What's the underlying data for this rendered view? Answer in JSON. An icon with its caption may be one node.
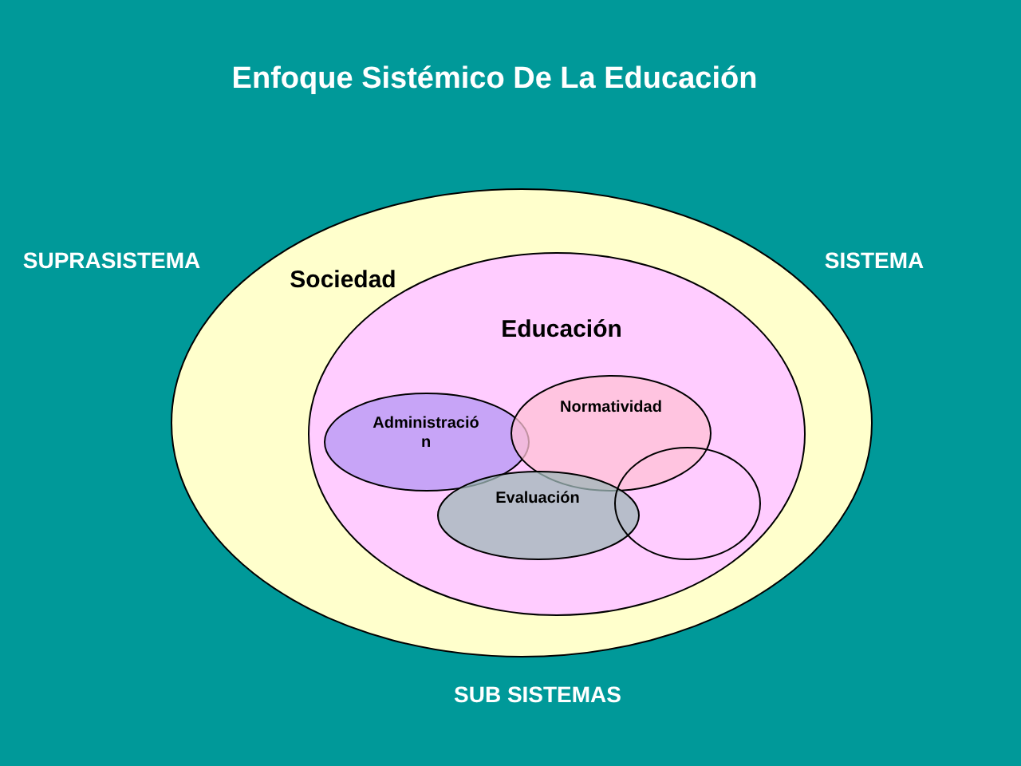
{
  "diagram": {
    "title": "Enfoque Sistémico De La Educación",
    "nodes": [
      {
        "text": [
          "Sociedad"
        ]
      },
      {
        "text": [
          "Educación"
        ],
        "in": 0
      },
      {
        "text": [
          "Administració n"
        ],
        "in": 1
      },
      {
        "text": [
          "Normatividad"
        ],
        "in": 1
      },
      {
        "text": [
          "Evaluación"
        ],
        "in": 1
      },
      {
        "text": [],
        "shape": "circle",
        "in": 1
      }
    ],
    "labels": [
      "SUPRASISTEMA",
      "SISTEMA",
      "SUB SISTEMAS"
    ]
  }
}
